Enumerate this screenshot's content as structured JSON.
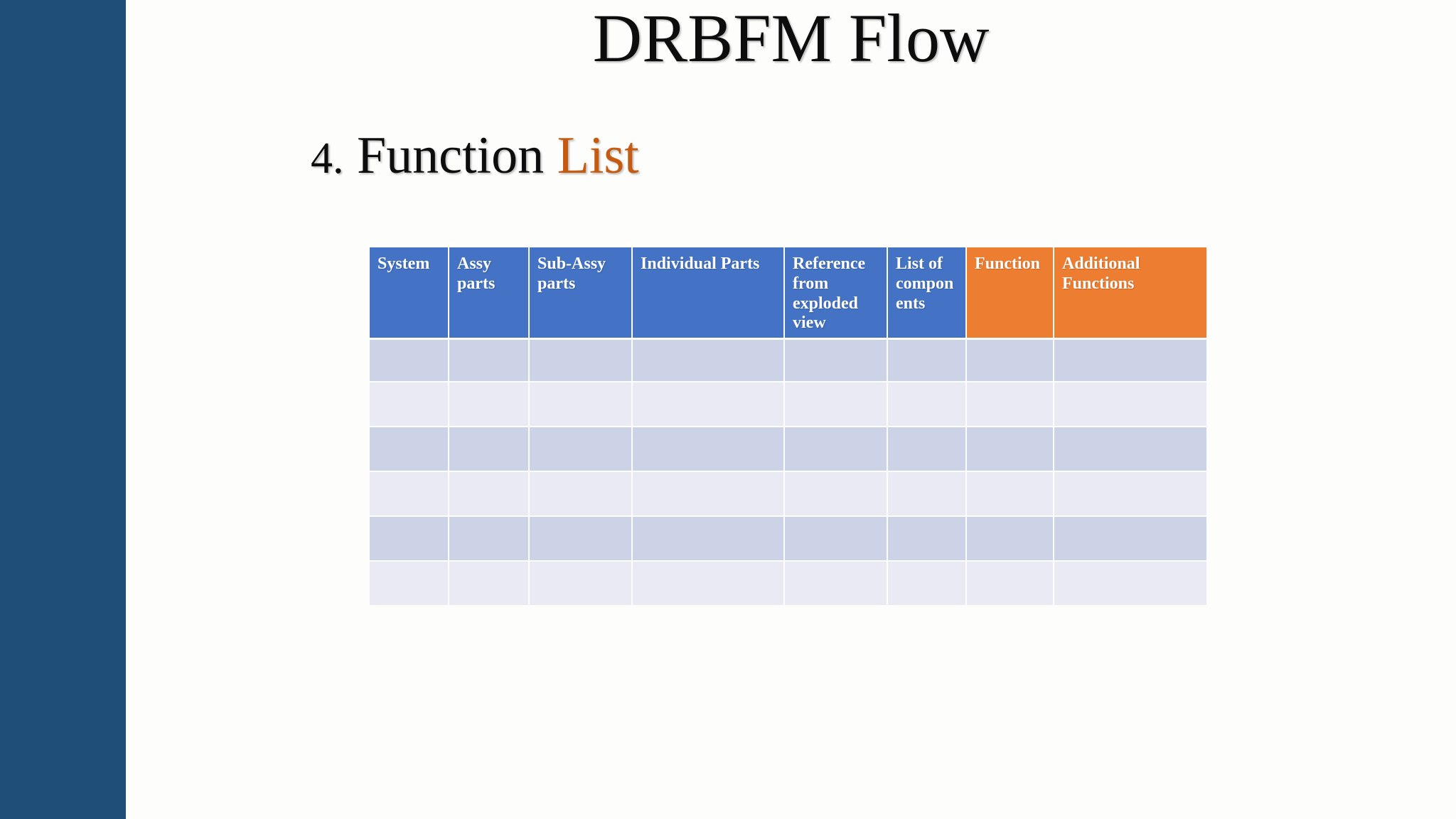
{
  "slide": {
    "title": "DRBFM Flow",
    "subtitle": {
      "number": "4.",
      "text": "Function",
      "accent_word": "List"
    },
    "background_color": "#FDFEFB",
    "sidebar_color": "#1F4E79",
    "accent_color": "#C55A11"
  },
  "table": {
    "header_fill_primary": "#4472C4",
    "header_fill_accent": "#ED7D31",
    "row_fill_odd": "#CDD3E7",
    "row_fill_even": "#E9EAF4",
    "columns": [
      {
        "label": "System",
        "accent": false
      },
      {
        "label": "Assy parts",
        "accent": false
      },
      {
        "label": "Sub-Assy parts",
        "accent": false
      },
      {
        "label": "Individual Parts",
        "accent": false
      },
      {
        "label": "Reference from exploded view",
        "accent": false
      },
      {
        "label": "List of components",
        "accent": false
      },
      {
        "label": "Function",
        "accent": true
      },
      {
        "label": "Additional Functions",
        "accent": true
      }
    ],
    "rows": [
      [
        "",
        "",
        "",
        "",
        "",
        "",
        "",
        ""
      ],
      [
        "",
        "",
        "",
        "",
        "",
        "",
        "",
        ""
      ],
      [
        "",
        "",
        "",
        "",
        "",
        "",
        "",
        ""
      ],
      [
        "",
        "",
        "",
        "",
        "",
        "",
        "",
        ""
      ],
      [
        "",
        "",
        "",
        "",
        "",
        "",
        "",
        ""
      ],
      [
        "",
        "",
        "",
        "",
        "",
        "",
        "",
        ""
      ]
    ],
    "row_count": 6,
    "column_count": 8
  }
}
